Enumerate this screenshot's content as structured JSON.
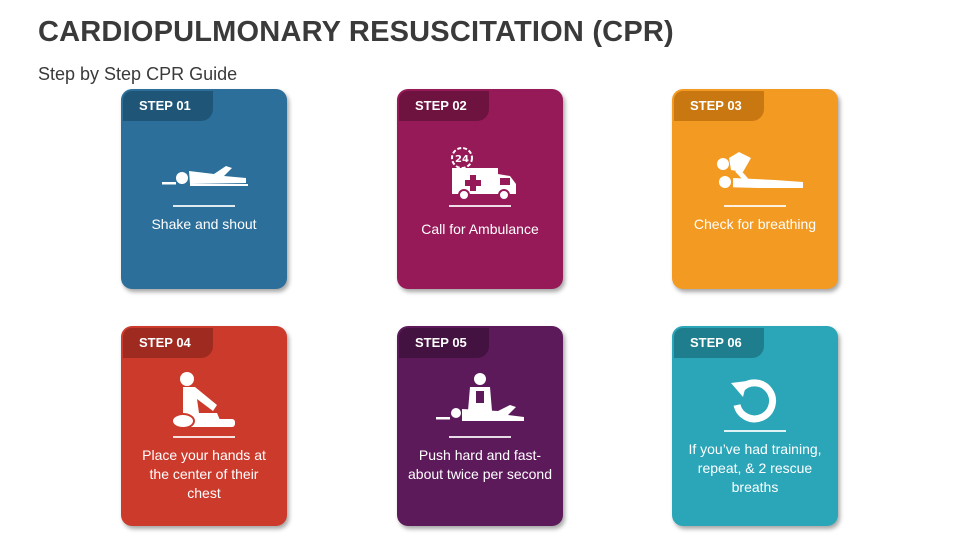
{
  "header": {
    "title": "CARDIOPULMONARY RESUSCITATION (CPR)",
    "subtitle": "Step by Step CPR Guide"
  },
  "colors": {
    "step1_bg": "#2b6f9a",
    "step1_tab": "#1f5678",
    "step2_bg": "#971a58",
    "step2_tab": "#6e1340",
    "step3_bg": "#f29a22",
    "step3_tab": "#c97710",
    "step4_bg": "#cc3a2c",
    "step4_tab": "#9e2a20",
    "step5_bg": "#5c1a5a",
    "step5_tab": "#431241",
    "step6_bg": "#2aa6b8",
    "step6_tab": "#1e7e8d"
  },
  "steps": [
    {
      "tag": "STEP 01",
      "text": "Shake and shout",
      "icon": "person-lying-icon"
    },
    {
      "tag": "STEP 02",
      "text": "Call for Ambulance",
      "icon": "ambulance-24h-icon"
    },
    {
      "tag": "STEP 03",
      "text": "Check for breathing",
      "icon": "check-breathing-icon"
    },
    {
      "tag": "STEP 04",
      "text": "Place your hands at the center of their chest",
      "icon": "hands-on-chest-icon"
    },
    {
      "tag": "STEP 05",
      "text": "Push hard and fast- about twice per second",
      "icon": "chest-compression-icon"
    },
    {
      "tag": "STEP 06",
      "text": "If you’ve had training, repeat, & 2 rescue breaths",
      "icon": "repeat-arrow-icon"
    }
  ]
}
